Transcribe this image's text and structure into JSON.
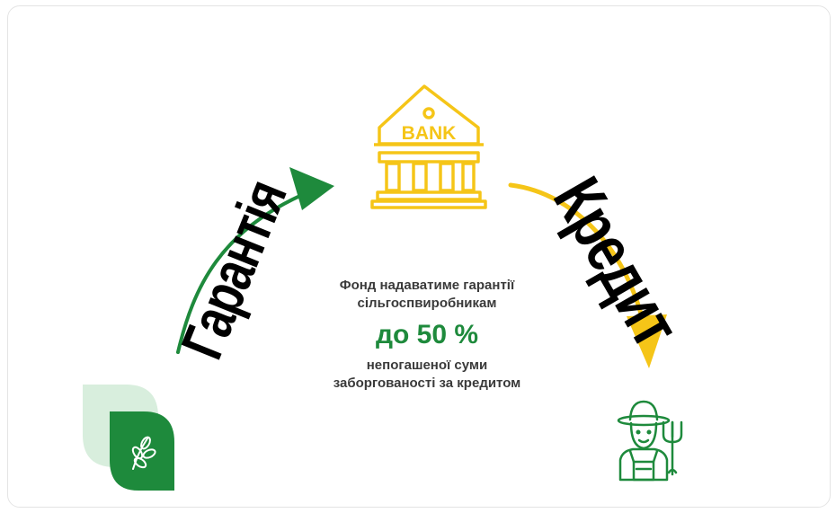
{
  "diagram": {
    "bank": {
      "icon": "bank-icon",
      "label": "BANK",
      "color": "#F5C518"
    },
    "guarantee_word": "Гарантія",
    "credit_word": "Кредит",
    "center": {
      "line1": "Фонд надаватиме гарантії",
      "line2": "сільгоспвиробникам",
      "highlight": "до 50 %",
      "line3": "непогашеної суми",
      "line4": "заборгованості за кредитом"
    },
    "logo": {
      "icon": "wheat-leaf-logo-icon",
      "color": "#1E8A3C",
      "light_color": "#D8EEDD"
    },
    "farmer": {
      "icon": "farmer-icon",
      "color": "#1E8A3C"
    },
    "arrows": {
      "left_color": "#1E8A3C",
      "right_color": "#F5C518"
    }
  }
}
